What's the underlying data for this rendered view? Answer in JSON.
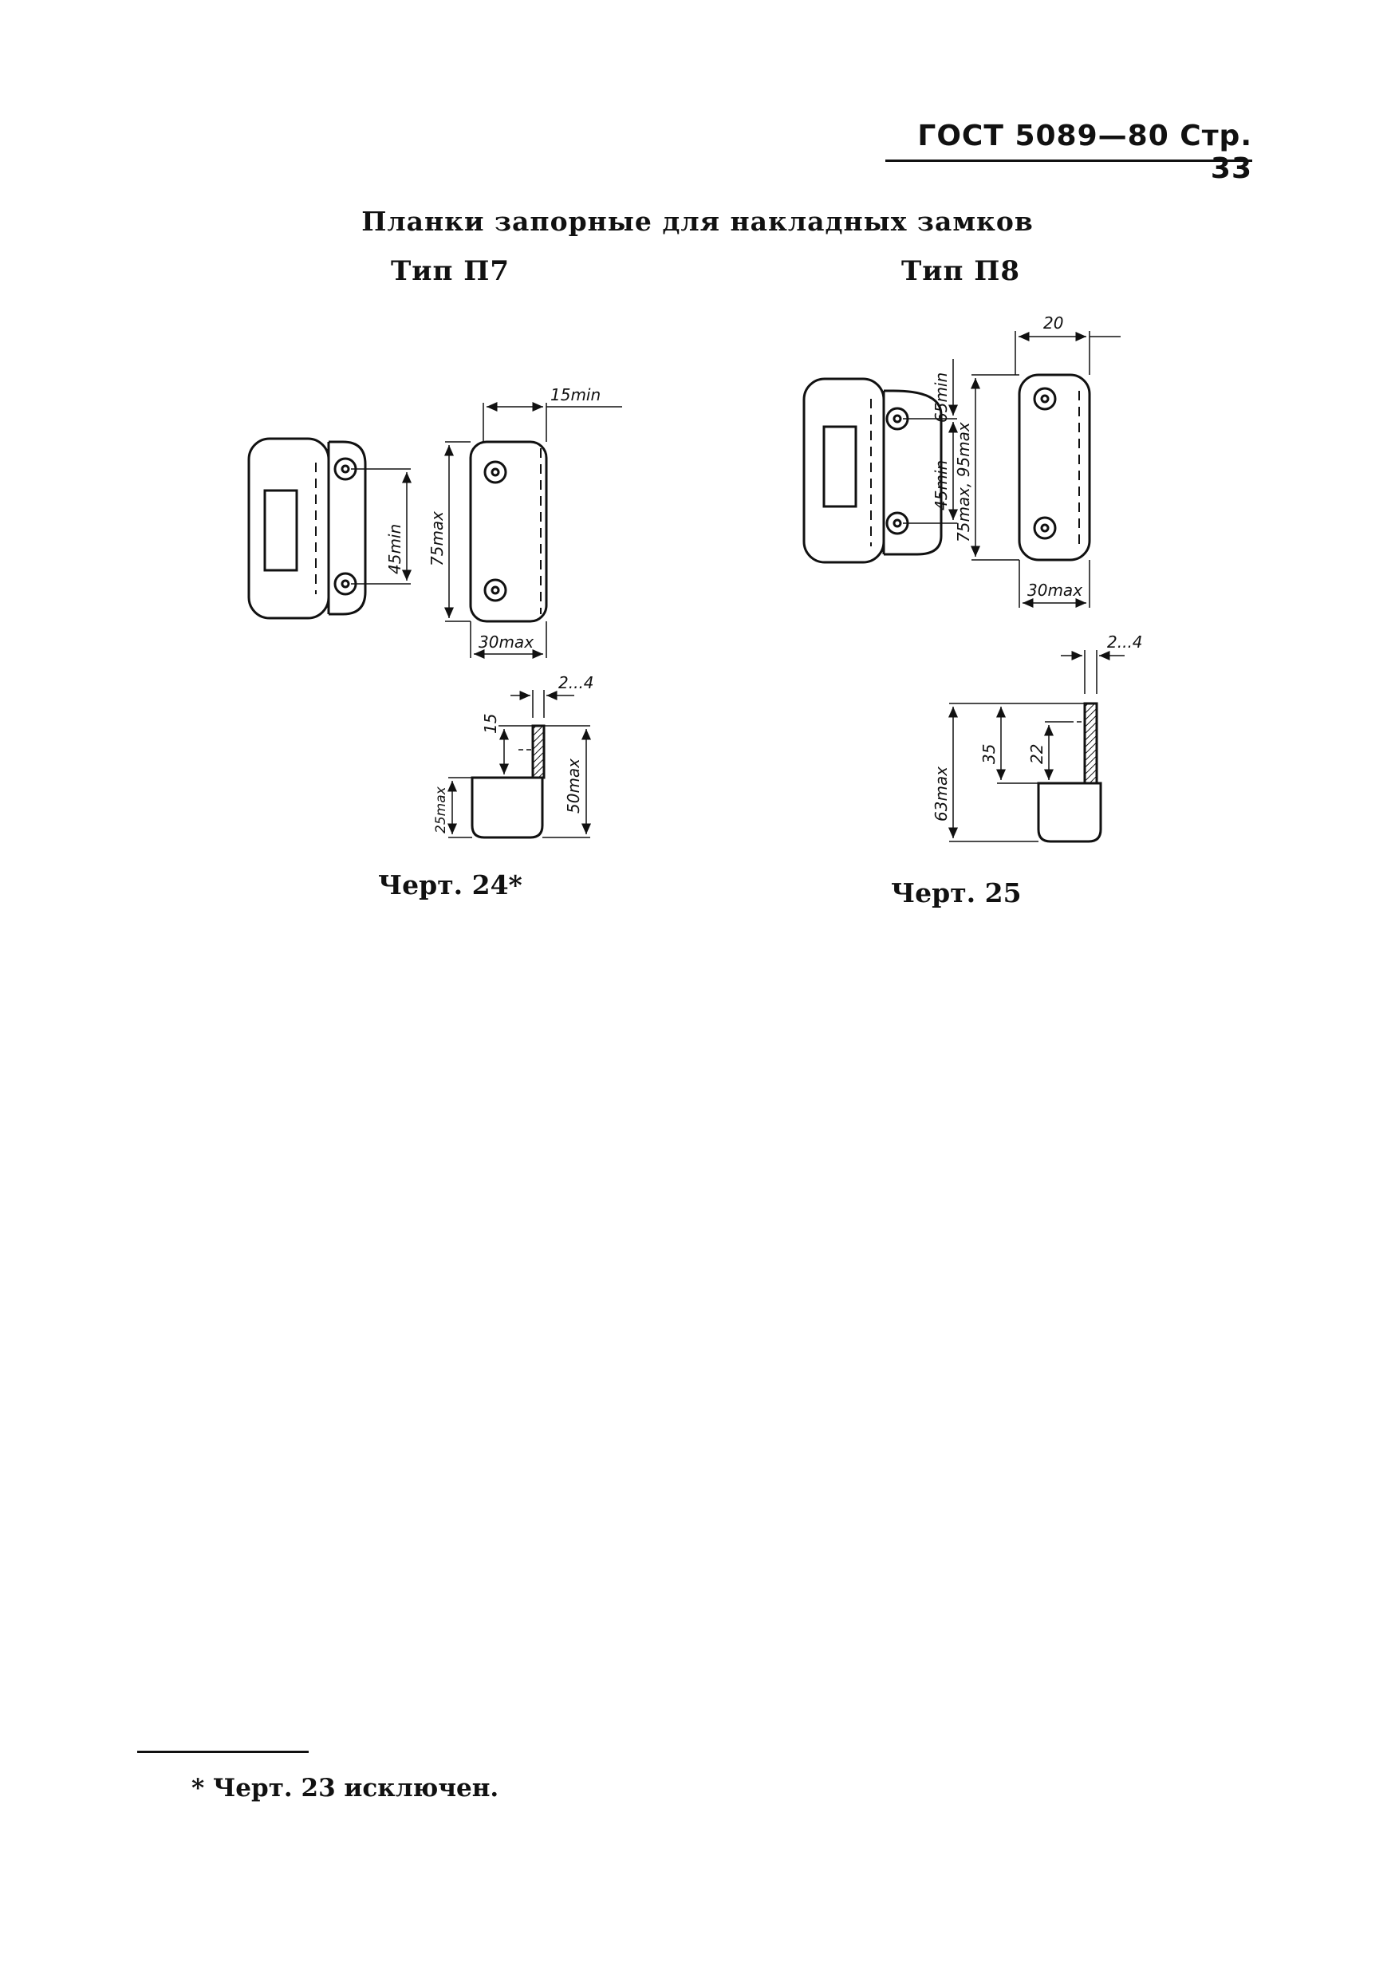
{
  "header": {
    "text": "ГОСТ 5089—80 Стр. 33"
  },
  "title": "Планки запорные для накладных замков",
  "figures": [
    {
      "type_label": "Тип П7",
      "caption": "Черт. 24*",
      "dimensions": {
        "d_15min": "15min",
        "d_45min": "45min",
        "d_75max": "75max",
        "d_30max": "30max",
        "d_2_4": "2...4",
        "d_15": "15",
        "d_25max": "25max",
        "d_50max": "50max"
      }
    },
    {
      "type_label": "Тип П8",
      "caption": "Черт. 25",
      "dimensions": {
        "d_20": "20",
        "d_65min": "65min",
        "d_45min": "45min",
        "d_75_95max": "75max, 95max",
        "d_30max": "30max",
        "d_2_4": "2...4",
        "d_35": "35",
        "d_22": "22",
        "d_63max": "63max"
      }
    }
  ],
  "footnote": "* Черт. 23 исключен."
}
